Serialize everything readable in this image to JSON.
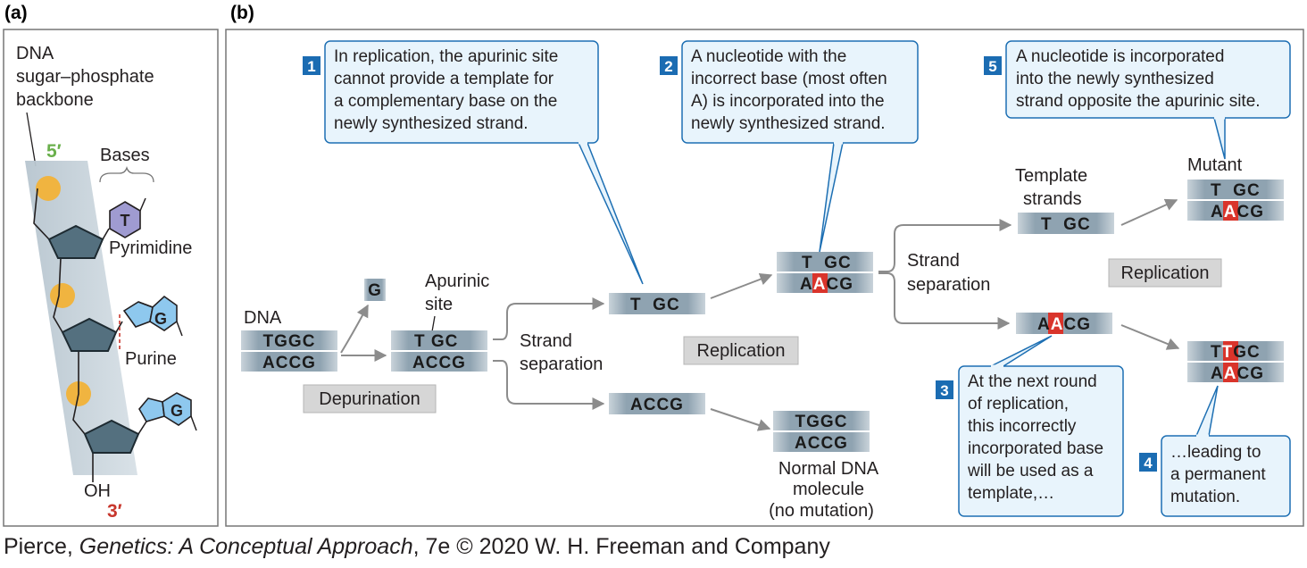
{
  "panel_a": {
    "label": "(a)",
    "backbone_label": [
      "DNA",
      "sugar–phosphate",
      "backbone"
    ],
    "five_prime": "5′",
    "three_prime": "3′",
    "bases_label": "Bases",
    "pyrimidine_label": "Pyrimidine",
    "purine_label": "Purine",
    "oh_label": "OH",
    "base_T": "T",
    "base_G1": "G",
    "base_G2": "G"
  },
  "panel_b": {
    "label": "(b)",
    "dna_label": "DNA",
    "dna_top": "TGGC",
    "dna_bottom": "ACCG",
    "depurination_label": "Depurination",
    "released_base": "G",
    "apurinic_label": [
      "Apurinic",
      "site"
    ],
    "ap_top": "T GC",
    "ap_bottom": "ACCG",
    "strand_sep_1": [
      "Strand",
      "separation"
    ],
    "upper_strand": "T  GC",
    "lower_strand": "ACCG",
    "replication_1": "Replication",
    "mid_top": "T  GC",
    "mid_bottom": [
      "A",
      "A",
      "CG"
    ],
    "strand_sep_2": [
      "Strand",
      "separation"
    ],
    "template_label": [
      "Template",
      "strands"
    ],
    "template_strand": "T  GC",
    "mutant_label": "Mutant",
    "mutant_top": "T  GC",
    "mutant_bottom": [
      "A",
      "A",
      "CG"
    ],
    "replication_2": "Replication",
    "incorrect_strand": [
      "A",
      "A",
      "CG"
    ],
    "perm_top": [
      "T",
      "T",
      "GC"
    ],
    "perm_bottom": [
      "A",
      "A",
      "CG"
    ],
    "normal_top": "TGGC",
    "normal_bottom": "ACCG",
    "normal_label": [
      "Normal DNA",
      "molecule",
      "(no mutation)"
    ]
  },
  "callouts": [
    {
      "num": "1",
      "lines": [
        "In replication, the apurinic site",
        "cannot provide a template for",
        "a complementary base on the",
        "newly synthesized strand."
      ]
    },
    {
      "num": "2",
      "lines": [
        "A nucleotide with the",
        "incorrect base (most often",
        "A) is incorporated into the",
        "newly synthesized strand."
      ]
    },
    {
      "num": "5",
      "lines": [
        "A nucleotide is incorporated",
        "into the newly synthesized",
        "strand opposite the apurinic site."
      ]
    },
    {
      "num": "3",
      "lines": [
        "At the next round",
        "of replication,",
        "this incorrectly",
        "incorporated base",
        "will be used as a",
        "template,…"
      ]
    },
    {
      "num": "4",
      "lines": [
        "…leading to",
        "a permanent",
        "mutation."
      ]
    }
  ],
  "credit": {
    "prefix": "Pierce, ",
    "title": "Genetics: A Conceptual Approach",
    "suffix": ", 7e © 2020 W. H. Freeman and Company"
  },
  "colors": {
    "strand_bar": "#8fa3b1",
    "callout_fill": "#e8f4fc",
    "callout_stroke": "#1d6fb3",
    "number_box": "#1b6cb2",
    "mutation_red": "#d9342b",
    "label_box": "#d6d6d6",
    "arrow": "#8c8c8c",
    "five_prime_green": "#6ab04c",
    "three_prime_red": "#c8372d"
  }
}
